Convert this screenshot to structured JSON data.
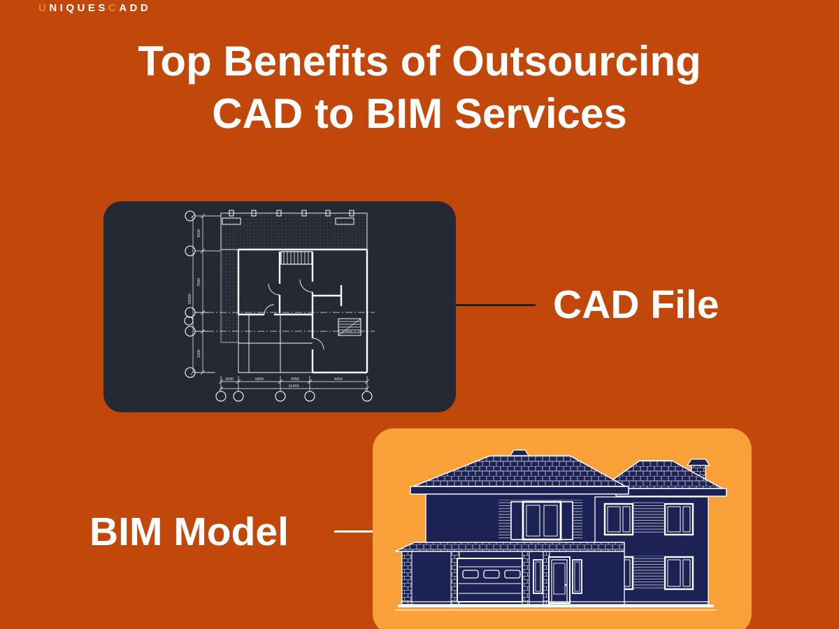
{
  "brand": {
    "s1": "U",
    "s2": "NIQUES",
    "s3": "C",
    "s4": "ADD"
  },
  "title": {
    "line1": "Top Benefits of Outsourcing",
    "line2": "CAD to BIM Services"
  },
  "callouts": {
    "cad_label": "CAD File",
    "bim_label": "BIM Model"
  },
  "floorplan": {
    "left_dims": [
      "4500",
      "7500",
      "15000",
      "1500"
    ],
    "bottom_dims": [
      "2000",
      "6800",
      "3050",
      "4450"
    ],
    "total_dim": "16400"
  },
  "colors": {
    "background_orange": "#C1470B",
    "cad_panel_dark": "#242933",
    "bim_panel_light_orange": "#F9A038",
    "house_navy": "#1C2254",
    "logo_accent_amber": "#E08A2E",
    "text_white": "#FFFFFF",
    "connector_dark": "#1D222B"
  }
}
